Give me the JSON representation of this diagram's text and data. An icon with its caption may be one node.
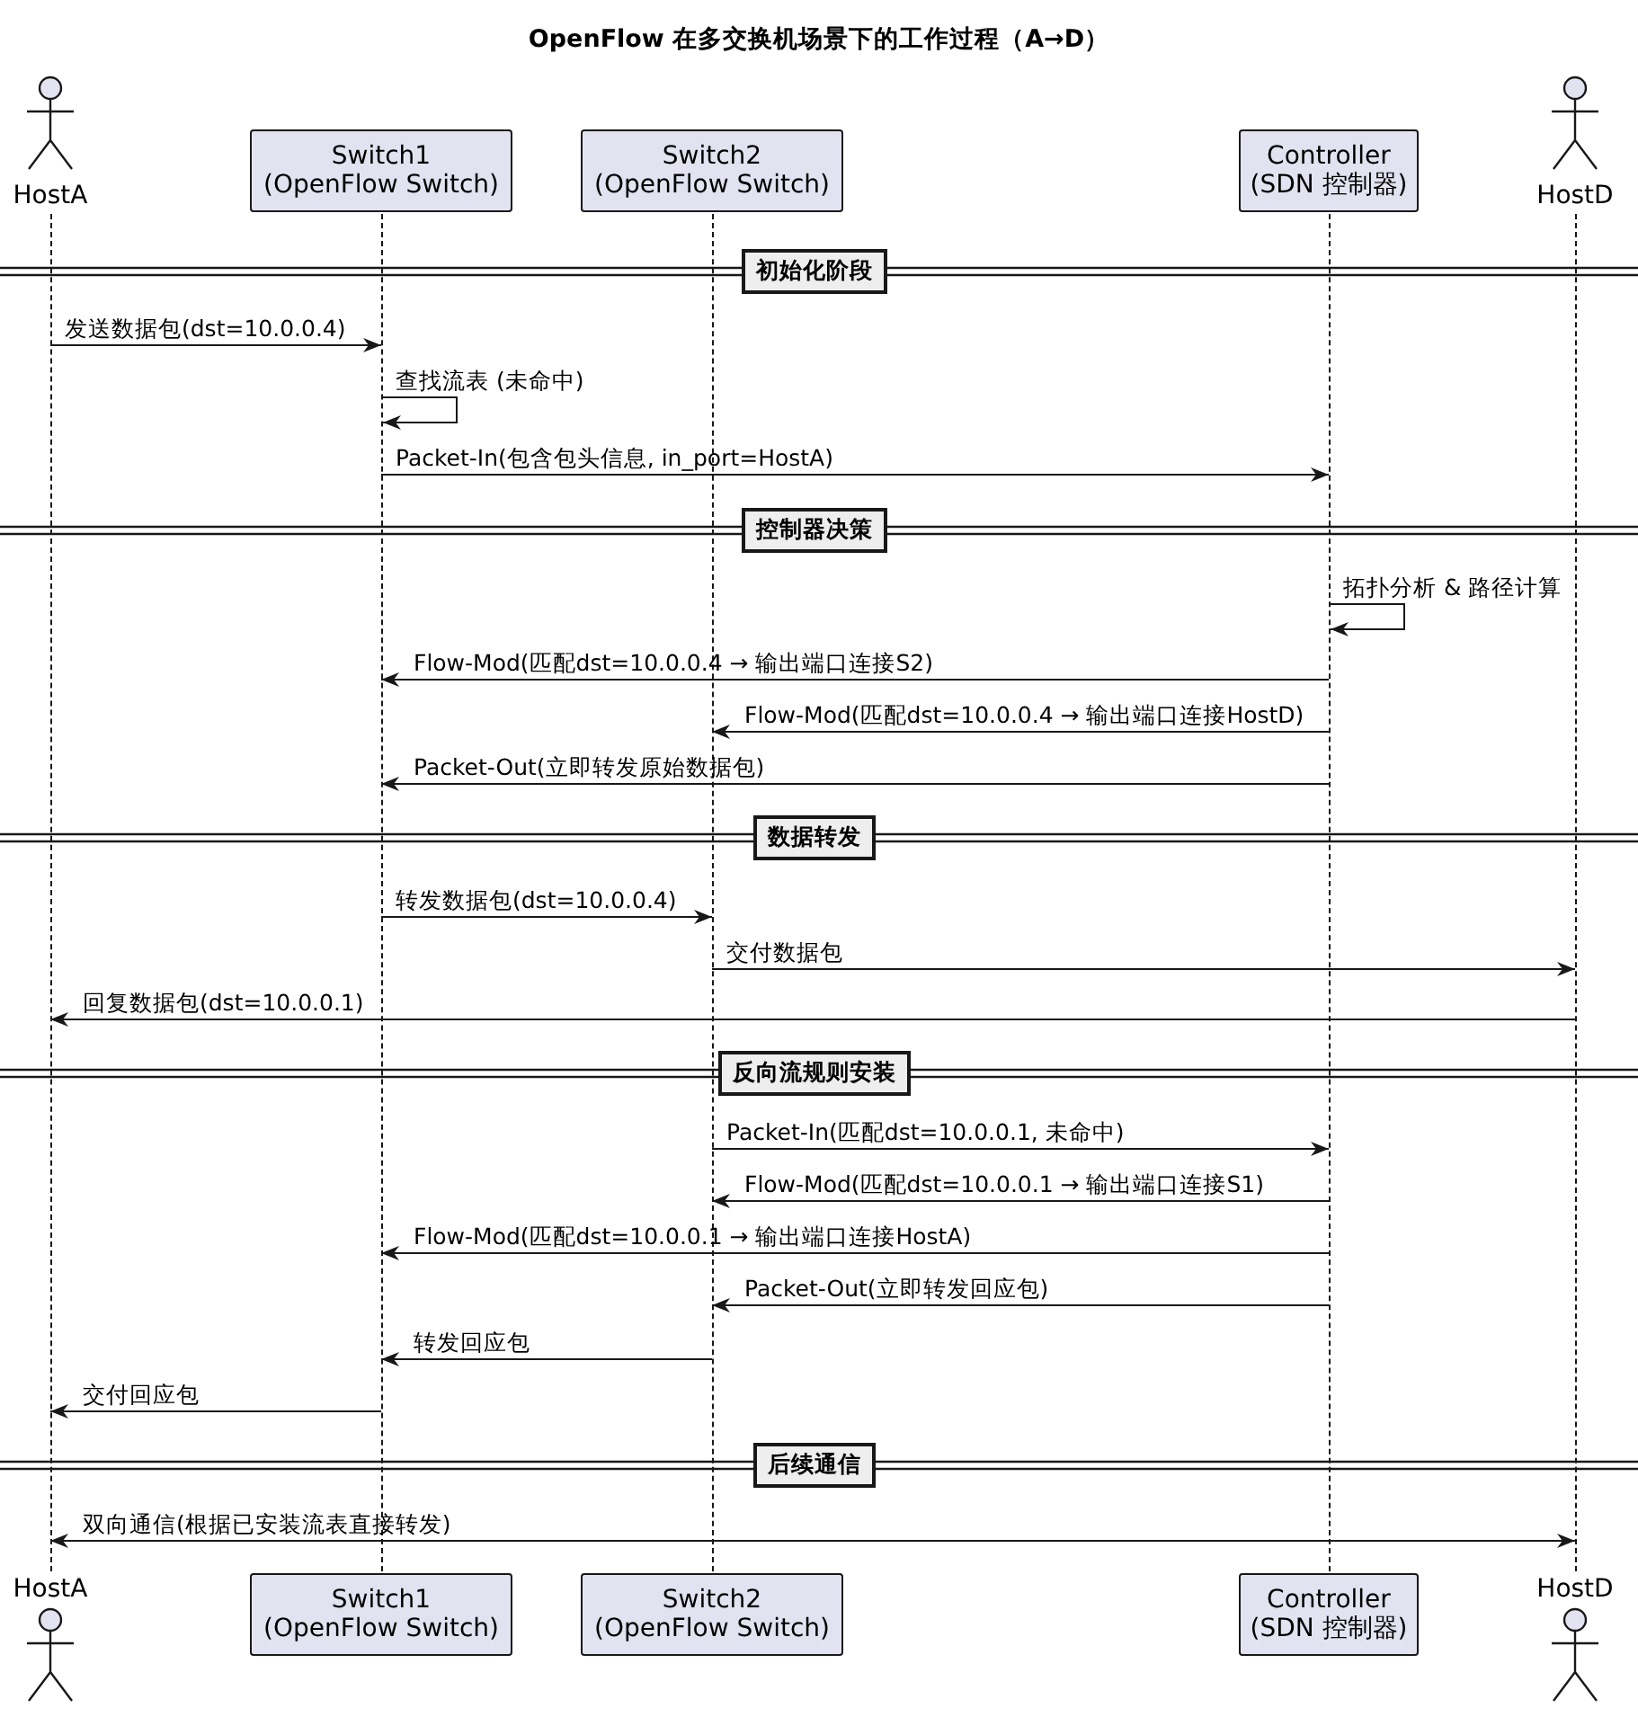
{
  "diagram": {
    "title": "OpenFlow 在多交换机场景下的工作过程（A→D）",
    "nodes": [
      {
        "text": [
          "HostA"
        ]
      },
      {
        "text": [
          "Switch1 (OpenFlow Switch)"
        ]
      },
      {
        "text": [
          "Switch2 (OpenFlow Switch)"
        ]
      },
      {
        "text": [
          "Controller (SDN 控制器)"
        ]
      },
      {
        "text": [
          "HostD"
        ]
      },
      {
        "text": [],
        "shape": "line"
      },
      {
        "text": [],
        "shape": "line"
      },
      {
        "text": [],
        "shape": "line"
      },
      {
        "text": [],
        "shape": "line"
      },
      {
        "text": [],
        "shape": "line"
      },
      {
        "text": [
          "初始化阶段"
        ]
      },
      {
        "text": [
          "控制器决策"
        ]
      },
      {
        "text": [
          "数据转发"
        ]
      },
      {
        "text": [
          "反向流规则安装"
        ]
      },
      {
        "text": [
          "后续通信"
        ]
      },
      {
        "text": [
          "HostA"
        ]
      },
      {
        "text": [
          "Switch1 (OpenFlow Switch)"
        ]
      },
      {
        "text": [
          "Switch2 (OpenFlow Switch)"
        ]
      },
      {
        "text": [
          "Controller (SDN 控制器)"
        ]
      },
      {
        "text": [
          "HostD"
        ]
      }
    ],
    "edges": [
      {
        "from": 5,
        "to": 6,
        "arrow": "to",
        "label": "发送数据包(dst=10.0.0.4)"
      },
      {
        "from": 6,
        "to": 6,
        "arrow": "to",
        "label": "查找流表 (未命中)"
      },
      {
        "from": 6,
        "to": 8,
        "arrow": "to",
        "label": "Packet-In(包含包头信息, in_port=HostA)"
      },
      {
        "from": 8,
        "to": 8,
        "arrow": "to",
        "label": "拓扑分析 & 路径计算"
      },
      {
        "from": 8,
        "to": 6,
        "arrow": "to",
        "label": "Flow-Mod(匹配dst=10.0.0.4 → 输出端口连接S2)"
      },
      {
        "from": 8,
        "to": 7,
        "arrow": "to",
        "label": "Flow-Mod(匹配dst=10.0.0.4 → 输出端口连接HostD)"
      },
      {
        "from": 8,
        "to": 6,
        "arrow": "to",
        "label": "Packet-Out(立即转发原始数据包)"
      },
      {
        "from": 6,
        "to": 7,
        "arrow": "to",
        "label": "转发数据包(dst=10.0.0.4)"
      },
      {
        "from": 7,
        "to": 9,
        "arrow": "to",
        "label": "交付数据包"
      },
      {
        "from": 9,
        "to": 5,
        "arrow": "to",
        "label": "回复数据包(dst=10.0.0.1)"
      },
      {
        "from": 7,
        "to": 8,
        "arrow": "to",
        "label": "Packet-In(匹配dst=10.0.0.1, 未命中)"
      },
      {
        "from": 8,
        "to": 7,
        "arrow": "to",
        "label": "Flow-Mod(匹配dst=10.0.0.1 → 输出端口连接S1)"
      },
      {
        "from": 8,
        "to": 6,
        "arrow": "to",
        "label": "Flow-Mod(匹配dst=10.0.0.1 → 输出端口连接HostA)"
      },
      {
        "from": 8,
        "to": 7,
        "arrow": "to",
        "label": "Packet-Out(立即转发回应包)"
      },
      {
        "from": 7,
        "to": 6,
        "arrow": "to",
        "label": "转发回应包"
      },
      {
        "from": 6,
        "to": 5,
        "arrow": "to",
        "label": "交付回应包"
      },
      {
        "from": 5,
        "to": 9,
        "arrow": "both",
        "label": "双向通信(根据已安装流表直接转发)"
      }
    ]
  }
}
